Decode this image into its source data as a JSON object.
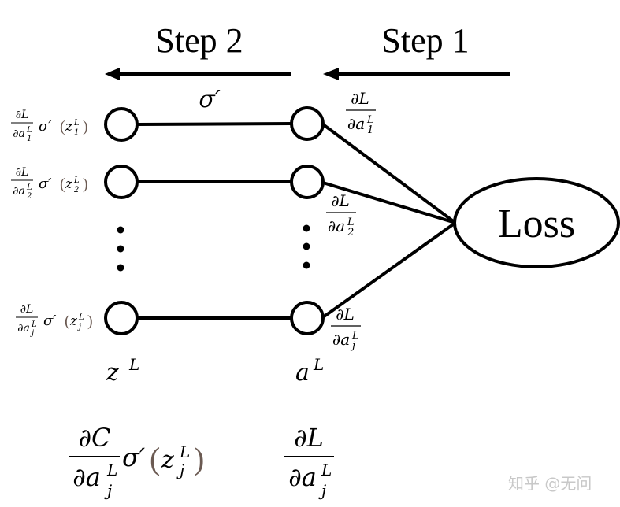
{
  "steps": {
    "step1": "Step 2",
    "step2": "Step 1"
  },
  "activation_derivative": "σ′",
  "loss_label": "Loss",
  "layer_labels": {
    "z": "z",
    "a": "a",
    "superscript": "L"
  },
  "gradient_left": {
    "numerator": "∂L",
    "den_base": "∂a",
    "sigma": "σ′",
    "z_base": "z"
  },
  "gradient_right": {
    "numerator": "∂L",
    "den_base": "∂a"
  },
  "row_subscripts": [
    "1",
    "2",
    "j"
  ],
  "bottom_left": {
    "numerator": "∂C",
    "den_base": "∂a",
    "sup": "L",
    "sub": "j",
    "sigma": "σ′",
    "z_base": "z"
  },
  "bottom_right": {
    "numerator": "∂L",
    "den_base": "∂a",
    "sup": "L",
    "sub": "j"
  },
  "watermark": "知乎 @无问",
  "colors": {
    "ink": "#000000",
    "paren": "#6b5a52",
    "watermark": "#c8c8c8"
  }
}
